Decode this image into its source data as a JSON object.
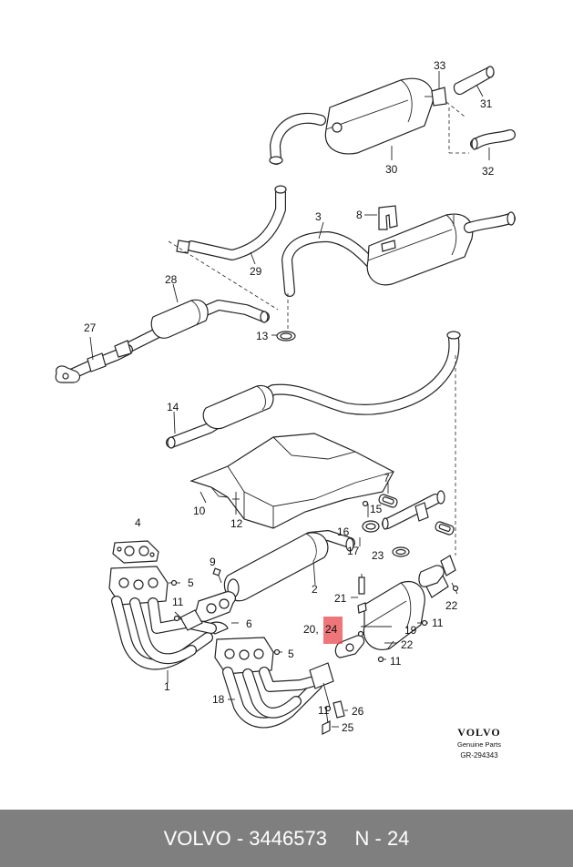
{
  "brand": {
    "logo_text": "VOLVO",
    "genuine": "Genuine Parts",
    "ref": "GR-294343"
  },
  "highlight_color": "#e8484d",
  "labels": [
    "1",
    "2",
    "3",
    "4",
    "5",
    "5",
    "6",
    "7",
    "8",
    "9",
    "10",
    "11",
    "11",
    "11",
    "11",
    "12",
    "13",
    "14",
    "15",
    "16",
    "17",
    "18",
    "19",
    "20,",
    "21",
    "22",
    "22",
    "22",
    "23",
    "24",
    "25",
    "26",
    "27",
    "28",
    "29",
    "30",
    "31",
    "32",
    "33"
  ],
  "footer": {
    "text": "VOLVO - 3446573     N - 24"
  }
}
